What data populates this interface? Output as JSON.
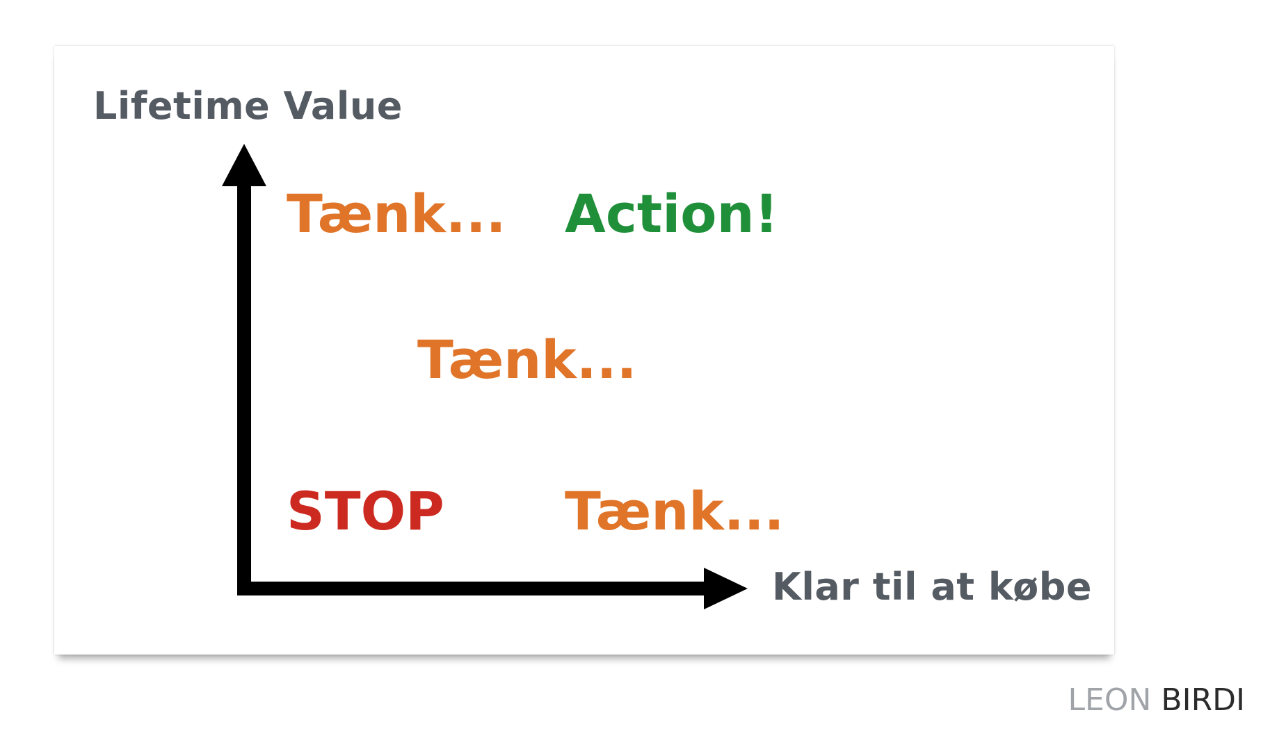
{
  "diagram": {
    "y_axis_label": "Lifetime Value",
    "x_axis_label": "Klar til at købe",
    "quadrants": {
      "top_left": "Tænk...",
      "top_right": "Action!",
      "middle": "Tænk...",
      "bottom_left": "STOP",
      "bottom_right": "Tænk..."
    }
  },
  "branding": {
    "first": "LEON",
    "last": "BIRDI"
  },
  "colors": {
    "axis_text": "#555b63",
    "orange": "#e07428",
    "green": "#1f8f3a",
    "red": "#cc2a20",
    "axis_line": "#000000",
    "brand_light": "#a0a3a8",
    "brand_dark": "#2b2b2b"
  }
}
